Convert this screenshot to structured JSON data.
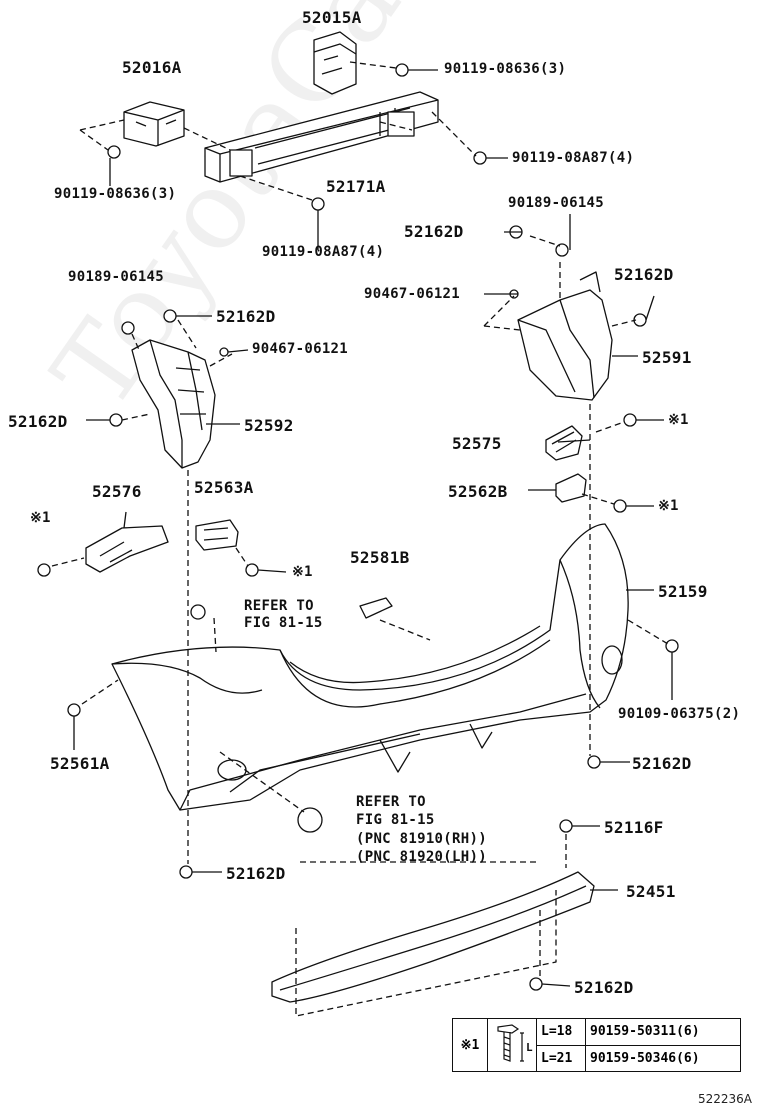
{
  "watermark": "ToyotaCarMine.ru",
  "labels": {
    "p52015A": "52015A",
    "p52016A": "52016A",
    "b08636_top": "90119-08636(3)",
    "b08636_left": "90119-08636(3)",
    "b08A87_right": "90119-08A87(4)",
    "b08A87_bottom": "90119-08A87(4)",
    "p52171A": "52171A",
    "s06145_right": "90189-06145",
    "p52162D_a": "52162D",
    "p52162D_b": "52162D",
    "s06121_right": "90467-06121",
    "p52591": "52591",
    "s06145_left": "90189-06145",
    "p52162D_c": "52162D",
    "s06121_left": "90467-06121",
    "p52162D_d": "52162D",
    "p52592": "52592",
    "p52575": "52575",
    "x1_a": "※1",
    "p52562B": "52562B",
    "x1_b": "※1",
    "p52576": "52576",
    "p52563A": "52563A",
    "x1_c": "※1",
    "x1_d": "※1",
    "p52581B": "52581B",
    "p52159": "52159",
    "ref_top_1": "REFER TO",
    "ref_top_2": "FIG 81-15",
    "b06375": "90109-06375(2)",
    "p52561A": "52561A",
    "p52162D_e": "52162D",
    "ref_bot_1": "REFER TO",
    "ref_bot_2": "FIG 81-15",
    "ref_bot_3": "(PNC 81910(RH))",
    "ref_bot_4": "(PNC 81920(LH))",
    "p52116F": "52116F",
    "p52162D_f": "52162D",
    "p52451": "52451",
    "p52162D_g": "52162D"
  },
  "spec_table": {
    "marker": "※1",
    "dimension": "L",
    "rows": [
      {
        "length": "L=18",
        "part": "90159-50311(6)"
      },
      {
        "length": "L=21",
        "part": "90159-50346(6)"
      }
    ]
  },
  "illustration_code": "522236A"
}
